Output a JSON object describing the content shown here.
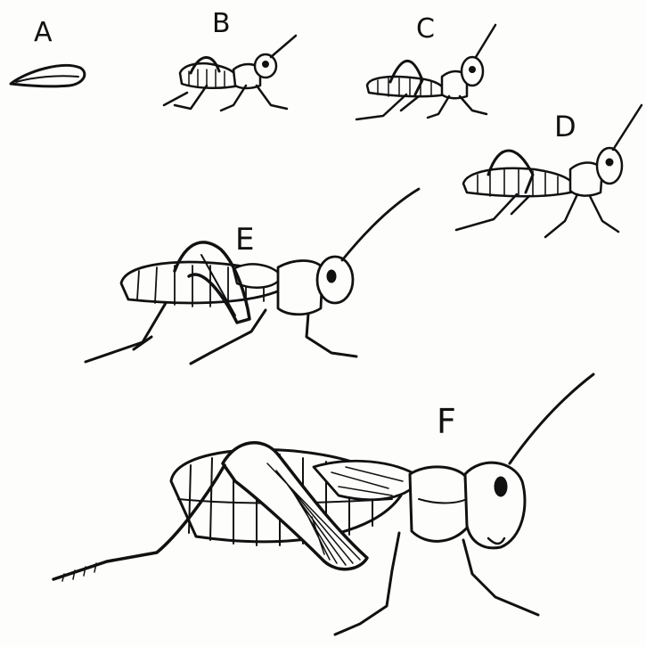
{
  "labels": {
    "a": "A",
    "b": "B",
    "c": "C",
    "d": "D",
    "e": "E",
    "f": "F"
  },
  "colors": {
    "ink": "#111111",
    "paper": "#fdfdfc"
  }
}
